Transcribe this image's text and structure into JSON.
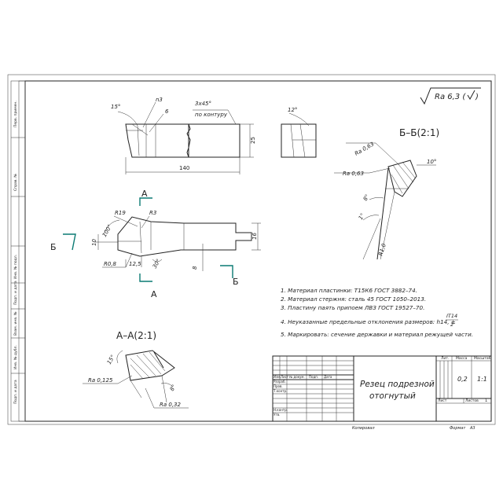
{
  "roughness": {
    "label": "Ra 6,3 (",
    "suffix": ")"
  },
  "main_view": {
    "angle_15": "15°",
    "n3": "n3",
    "six": "6",
    "chamfer": "3x45°",
    "contour": "по контуру",
    "height_25": "25",
    "length_140": "140"
  },
  "side_view": {
    "angle_12": "12°"
  },
  "section_b": {
    "title": "Б–Б(2:1)",
    "ra_a": "Ra 0,63",
    "ra_b": "Ra 0,63",
    "angle_10": "10°",
    "angle_8": "8°",
    "angle_1": "1°",
    "r10": "R1,0"
  },
  "plan_view": {
    "label_a_top": "А",
    "label_a_bottom": "А",
    "label_b_left": "Б",
    "label_b_right": "Б",
    "r19": "R19",
    "r3": "R3",
    "angle_100": "100°",
    "dim_10": "10",
    "r08": "R0,8",
    "dim_125": "12,5",
    "angle_30": "30°",
    "dim_8": "8",
    "dim_16": "16"
  },
  "notes": [
    "1. Материал пластинки: Т15К6 ГОСТ 3882–74.",
    "2. Материал стержня: сталь 45 ГОСТ 1050–2013.",
    "3. Пластину паять припоем ЛВЗ ГОСТ 19527–70.",
    "4. Неуказанные предельные отклонения размеров: h14, ±",
    "5. Маркировать: сечение державки и материал режущей части."
  ],
  "tolerance_fraction": {
    "num": "IT14",
    "den": "2"
  },
  "section_a": {
    "title": "А–А(2:1)",
    "ra_left": "Ra 0,125",
    "ra_right": "Ra 0,32",
    "angle_15": "15°",
    "angle_8": "8°"
  },
  "left_strip": [
    "Перв. примен.",
    "Справ. №",
    "Подп. и дата",
    "Инв. № дубл.",
    "Взам. инв. №",
    "Подп. и дата",
    "Инв. № подл."
  ],
  "title_block": {
    "name_line1": "Резец подрезной",
    "name_line2": "отогнутый",
    "lit": "Лит.",
    "mass": "Масса",
    "scale": "Масштаб",
    "mass_value": "0,2",
    "scale_value": "1:1",
    "sheet": "Лист",
    "sheets": "Листов",
    "sheets_value": "1",
    "col_izm": "Изм.",
    "col_list": "Лист",
    "col_doc": "№ докум.",
    "col_sign": "Подп.",
    "col_date": "Дата",
    "razrab": "Разраб.",
    "prov": "Пров.",
    "tkontr": "Т.контр.",
    "nkontr": "Н.контр.",
    "utv": "Утв.",
    "copied": "Копировал",
    "format": "Формат",
    "format_value": "А3"
  }
}
